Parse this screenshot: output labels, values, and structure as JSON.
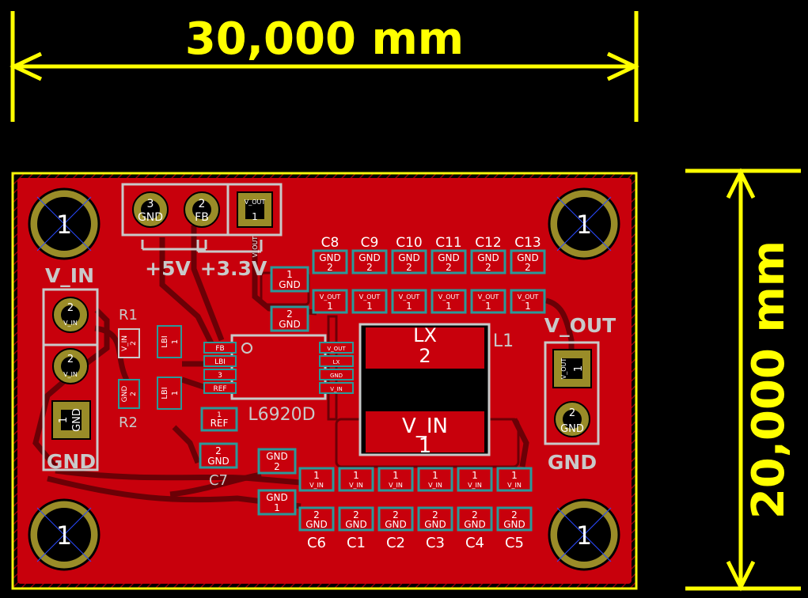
{
  "dimensions": {
    "width_label": "30,000 mm",
    "height_label": "20,000 mm"
  },
  "colors": {
    "background": "#000000",
    "board": "#c8000c",
    "track": "#6b0006",
    "outline": "#f5f50a",
    "pad": "#9a8c28",
    "silk": "#c9c9c9",
    "text_white": "#ffffff",
    "dim": "#ffff00"
  },
  "mounting_holes": [
    {
      "label": "1"
    },
    {
      "label": "1"
    },
    {
      "label": "1"
    },
    {
      "label": "1"
    }
  ],
  "header_pins": {
    "pin3_num": "3",
    "pin3_name": "GND",
    "pin2_num": "2",
    "pin2_name": "FB",
    "pin1_num": "1",
    "pin1_name": "V_OUT"
  },
  "jumper_labels": {
    "plus5": "+5V",
    "plus33": "+3.3V",
    "vout_vertical": "V_OUT"
  },
  "vin_connector": {
    "title": "V_IN",
    "p2a_num": "2",
    "p2a_name": "V_IN",
    "p2b_num": "2",
    "p2b_name": "V_IN",
    "p1_num": "1",
    "p1_name": "GND",
    "bottom_label": "GND"
  },
  "vout_connector": {
    "title": "V_OUT",
    "p1_num": "1",
    "p1_name": "V_OUT",
    "p2_num": "2",
    "p2_name": "GND",
    "bottom_label": "GND"
  },
  "top_caps": [
    {
      "ref": "C8",
      "p2": "2",
      "n2": "GND",
      "p1": "1",
      "n1": "V_OUT"
    },
    {
      "ref": "C9",
      "p2": "2",
      "n2": "GND",
      "p1": "1",
      "n1": "V_OUT"
    },
    {
      "ref": "C10",
      "p2": "2",
      "n2": "GND",
      "p1": "1",
      "n1": "V_OUT"
    },
    {
      "ref": "C11",
      "p2": "2",
      "n2": "GND",
      "p1": "1",
      "n1": "V_OUT"
    },
    {
      "ref": "C12",
      "p2": "2",
      "n2": "GND",
      "p1": "1",
      "n1": "V_OUT"
    },
    {
      "ref": "C13",
      "p2": "2",
      "n2": "GND",
      "p1": "1",
      "n1": "V_OUT"
    }
  ],
  "bottom_caps": [
    {
      "ref": "C6",
      "p1": "1",
      "n1": "V_IN",
      "p2": "2",
      "n2": "GND"
    },
    {
      "ref": "C1",
      "p1": "1",
      "n1": "V_IN",
      "p2": "2",
      "n2": "GND"
    },
    {
      "ref": "C2",
      "p1": "1",
      "n1": "V_IN",
      "p2": "2",
      "n2": "GND"
    },
    {
      "ref": "C3",
      "p1": "1",
      "n1": "V_IN",
      "p2": "2",
      "n2": "GND"
    },
    {
      "ref": "C4",
      "p1": "1",
      "n1": "V_IN",
      "p2": "2",
      "n2": "GND"
    },
    {
      "ref": "C5",
      "p1": "1",
      "n1": "V_IN",
      "p2": "2",
      "n2": "GND"
    }
  ],
  "misc_pads": {
    "top_gnd1_num": "1",
    "top_gnd1_name": "GND",
    "top_gnd2_num": "2",
    "top_gnd2_name": "GND",
    "c7_ref": "C7",
    "c7_num": "2",
    "c7_name": "GND",
    "mid_gnd2_num": "GND",
    "mid_gnd2_pin": "2",
    "mid_gnd1_num": "GND",
    "mid_gnd1_pin": "1",
    "ref_pad": "REF",
    "ref_pin": "1"
  },
  "resistors": {
    "r1_ref": "R1",
    "r1_pad": "V_IN",
    "r1_pin": "2",
    "r2_ref": "R2",
    "r2_pad": "GND",
    "r2_pin": "2",
    "lbi1": "LBI",
    "lbi1_pin": "1",
    "lbi2": "LBI",
    "lbi2_pin": "1"
  },
  "ic": {
    "ref": "L6920D",
    "left_pins": [
      {
        "pin": "FB"
      },
      {
        "pin": "LBI"
      },
      {
        "pin": "3"
      },
      {
        "pin": "REF"
      }
    ],
    "right_pins": [
      {
        "pin": "V_OUT"
      },
      {
        "pin": "LX"
      },
      {
        "pin": "GND"
      },
      {
        "pin": "V_IN"
      }
    ]
  },
  "inductor": {
    "ref": "L1",
    "p2_name": "LX",
    "p2_num": "2",
    "p1_name": "V_IN",
    "p1_num": "1"
  }
}
